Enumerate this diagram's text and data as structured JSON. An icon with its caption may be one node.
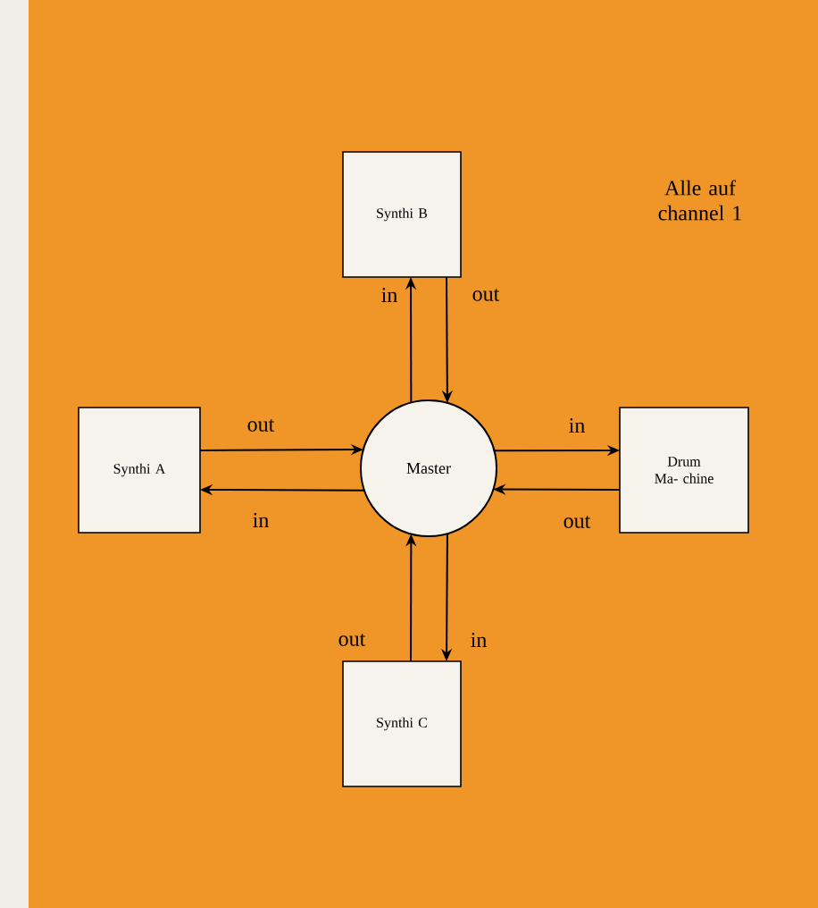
{
  "diagram": {
    "nodes": [
      {
        "text": [
          "Synthi B"
        ]
      },
      {
        "text": [
          "Synthi A"
        ]
      },
      {
        "text": [
          "Master"
        ]
      },
      {
        "text": [
          "Drum Ma- chine"
        ]
      },
      {
        "text": [
          "Synthi C"
        ]
      }
    ],
    "edges": [
      {
        "from": 2,
        "to": 0,
        "arrow": "to",
        "label": "in"
      },
      {
        "from": 0,
        "to": 2,
        "arrow": "to",
        "label": "out"
      },
      {
        "from": 1,
        "to": 2,
        "arrow": "to",
        "label": "out"
      },
      {
        "from": 2,
        "to": 1,
        "arrow": "to",
        "label": "in"
      },
      {
        "from": 2,
        "to": 3,
        "arrow": "to",
        "label": "in"
      },
      {
        "from": 3,
        "to": 2,
        "arrow": "to",
        "label": "out"
      },
      {
        "from": 4,
        "to": 2,
        "arrow": "to",
        "label": "out"
      },
      {
        "from": 2,
        "to": 4,
        "arrow": "to",
        "label": "in"
      }
    ],
    "labels": [
      "Alle auf channel 1"
    ]
  }
}
